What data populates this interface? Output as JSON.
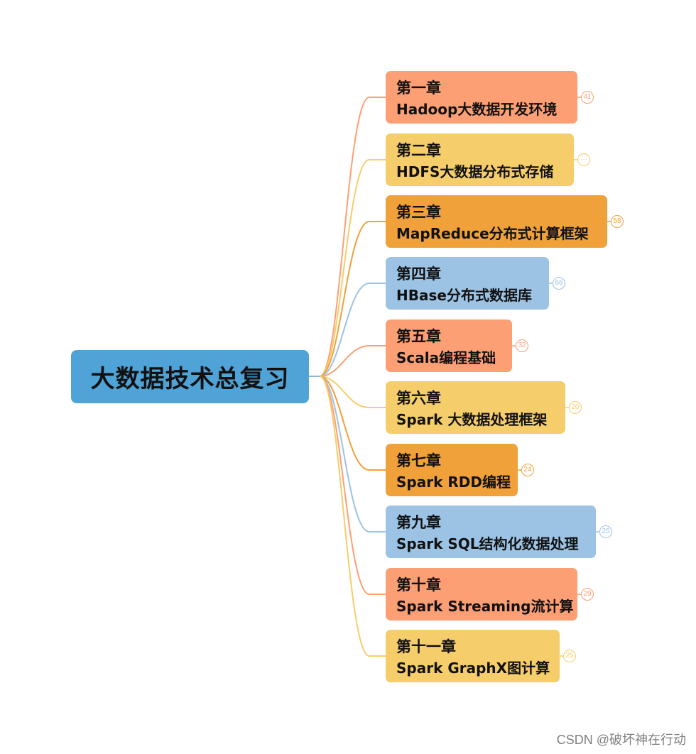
{
  "root": {
    "label": "大数据技术总复习"
  },
  "colors": {
    "root": "#4fa3d6",
    "salmon": "#fd9f74",
    "yellow": "#f6cd6b",
    "orange": "#f0a13a",
    "blue": "#9cc3e4"
  },
  "chapters": [
    {
      "line1": "第一章",
      "line2": "Hadoop大数据开发环境",
      "badge": "41",
      "color": "salmon"
    },
    {
      "line1": "第二章",
      "line2": "HDFS大数据分布式存储",
      "badge": "···",
      "color": "yellow"
    },
    {
      "line1": "第三章",
      "line2": "MapReduce分布式计算框架",
      "badge": "58",
      "color": "orange"
    },
    {
      "line1": "第四章",
      "line2": "HBase分布式数据库",
      "badge": "66",
      "color": "blue"
    },
    {
      "line1": "第五章",
      "line2": "Scala编程基础",
      "badge": "32",
      "color": "salmon"
    },
    {
      "line1": "第六章",
      "line2": "Spark 大数据处理框架",
      "badge": "20",
      "color": "yellow"
    },
    {
      "line1": "第七章",
      "line2": "Spark RDD编程",
      "badge": "24",
      "color": "orange"
    },
    {
      "line1": "第九章",
      "line2": "Spark SQL结构化数据处理",
      "badge": "25",
      "color": "blue"
    },
    {
      "line1": "第十章",
      "line2": "Spark Streaming流计算",
      "badge": "29",
      "color": "salmon"
    },
    {
      "line1": "第十一章",
      "line2": "Spark GraphX图计算",
      "badge": "25",
      "color": "yellow"
    }
  ],
  "watermark": "CSDN @破坏神在行动"
}
